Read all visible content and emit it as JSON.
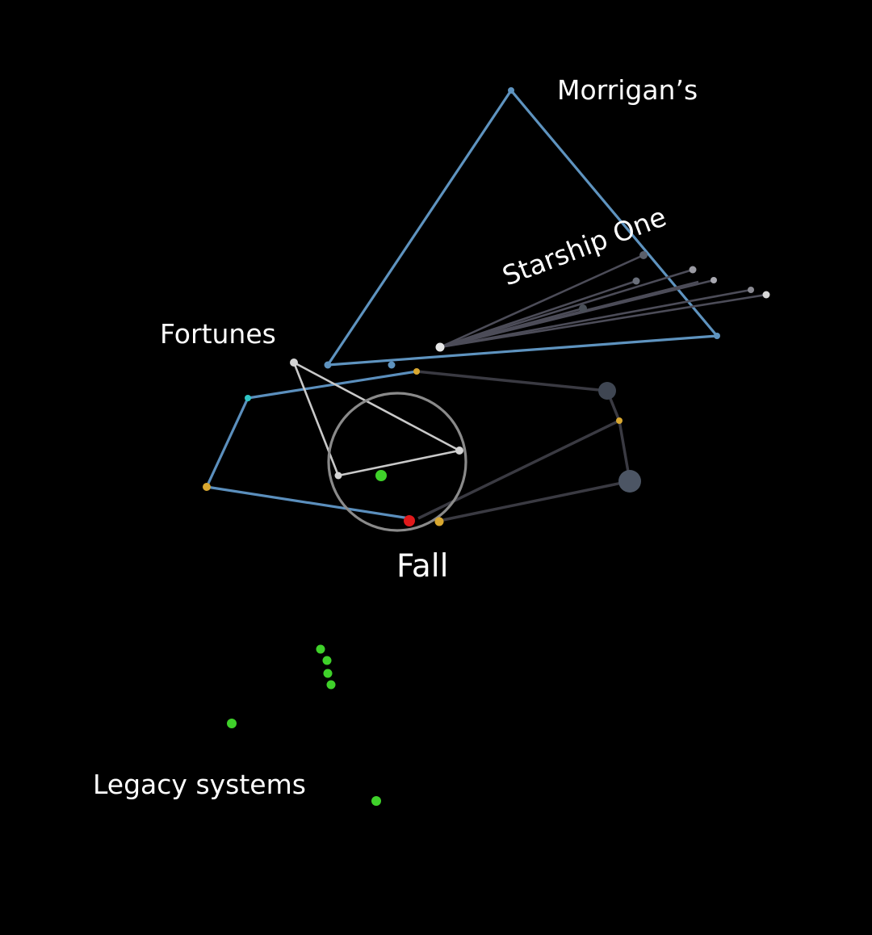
{
  "labels": {
    "morrigans": "Morrigan’s",
    "starship_one": "Starship One",
    "fortunes": "Fortunes",
    "fall": "Fall",
    "legacy_systems": "Legacy systems"
  },
  "colors": {
    "background": "#000000",
    "morrigans_route": "#5e93bf",
    "fall_route": "#5b8fbd",
    "fortunes_route": "#c9c9c9",
    "starship_spokes": "#4c4c58",
    "dark_links": "#3a3a42",
    "fall_ring": "#8a8a8a",
    "legacy_node": "#3fd12a",
    "fall_marker": "#e0191b",
    "gold_node": "#d9a830",
    "grey_node": "#4c5564"
  }
}
